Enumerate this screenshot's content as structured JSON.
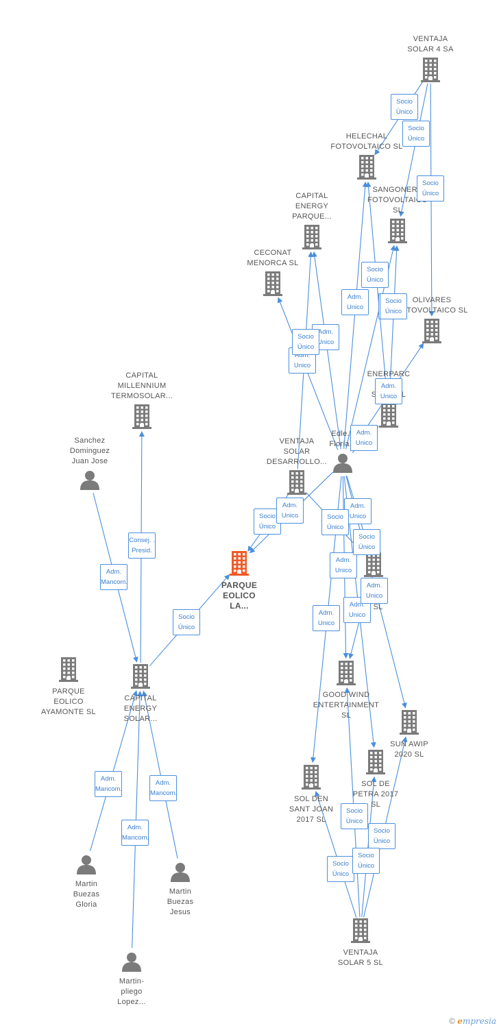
{
  "colors": {
    "edge": "#4a8fdc",
    "node": "#7b7b7b",
    "highlight": "#f05a28"
  },
  "nodes": [
    {
      "id": "ventaja4",
      "type": "company",
      "label": "VENTAJA\nSOLAR 4 SA"
    },
    {
      "id": "helechal",
      "type": "company",
      "label": "HELECHAL\nFOTOVOLTAICO SL"
    },
    {
      "id": "sangonera",
      "type": "company",
      "label": "SANGONERA\nFOTOVOLTAICO\nSL"
    },
    {
      "id": "capitalenergyparque",
      "type": "company",
      "label": "CAPITAL\nENERGY\nPARQUE..."
    },
    {
      "id": "ceconat",
      "type": "company",
      "label": "CECONAT\nMENORCA SL"
    },
    {
      "id": "olivares",
      "type": "company",
      "label": "OLIVARES\nFOTOVOLTAICO SL"
    },
    {
      "id": "enerparc",
      "type": "company",
      "label": "ENERPARC\nE...\nSOL... SL"
    },
    {
      "id": "capitalmillennium",
      "type": "company",
      "label": "CAPITAL\nMILLENNIUM\nTERMOSOLAR..."
    },
    {
      "id": "sanchez",
      "type": "person",
      "label": "Sanchez\nDominguez\nJuan Jose"
    },
    {
      "id": "edler",
      "type": "person",
      "label": "Edle...\nFloria..."
    },
    {
      "id": "ventajadesarrollo",
      "type": "company",
      "label": "VENTAJA\nSOLAR\nDESARROLLO..."
    },
    {
      "id": "parqueeolicola",
      "type": "company",
      "highlight": true,
      "label": "PARQUE\nEOLICO\nLA..."
    },
    {
      "id": "pmid",
      "type": "company",
      "label": "P...\nS...\n... SL"
    },
    {
      "id": "parqueayamonte",
      "type": "company",
      "label": "PARQUE\nEOLICO\nAYAMONTE  SL"
    },
    {
      "id": "capitalenergysolar",
      "type": "company",
      "label": "CAPITAL\nENERGY\nSOLAR..."
    },
    {
      "id": "goodwind",
      "type": "company",
      "label": "GOOD WIND\nENTERTAINMENT\nSL"
    },
    {
      "id": "sunawip",
      "type": "company",
      "label": "SUN AWIP\n2020  SL"
    },
    {
      "id": "soldepetra",
      "type": "company",
      "label": "SOL DE\nPETRA 2017\nSL"
    },
    {
      "id": "soldensant",
      "type": "company",
      "label": "SOL DEN\nSANT JOAN\n2017  SL"
    },
    {
      "id": "martingloria",
      "type": "person",
      "label": "Martin\nBuezas\nGloria"
    },
    {
      "id": "martinjesus",
      "type": "person",
      "label": "Martin\nBuezas\nJesus"
    },
    {
      "id": "martinpliego",
      "type": "person",
      "label": "Martin-\npliego\nLopez..."
    },
    {
      "id": "ventaja5",
      "type": "company",
      "label": "VENTAJA\nSOLAR 5  SL"
    }
  ],
  "edges": [
    {
      "from": "ventaja4",
      "to": "helechal",
      "label": "Socio\nÚnico"
    },
    {
      "from": "ventaja4",
      "to": "sangonera",
      "label": "Socio\nÚnico"
    },
    {
      "from": "ventaja4",
      "to": "olivares",
      "label": "Socio\nÚnico"
    },
    {
      "from": "edler",
      "to": "helechal",
      "label": "Adm.\nUnico"
    },
    {
      "from": "edler",
      "to": "capitalenergyparque",
      "label": "Adm.\nUnico"
    },
    {
      "from": "edler",
      "to": "ceconat",
      "label": "Adm.\nUnico"
    },
    {
      "from": "edler",
      "to": "sangonera",
      "label": "Adm.\nUnico"
    },
    {
      "from": "edler",
      "to": "enerparc",
      "label": "Adm.\nUnico"
    },
    {
      "from": "edler",
      "to": "olivares",
      "label": "Adm.\nUnico"
    },
    {
      "from": "enerparc",
      "to": "helechal",
      "label": "Socio\nÚnico"
    },
    {
      "from": "enerparc",
      "to": "sangonera",
      "label": "Socio\nÚnico"
    },
    {
      "from": "ventajadesarrollo",
      "to": "capitalenergyparque",
      "label": "Socio\nÚnico"
    },
    {
      "from": "ventajadesarrollo",
      "to": "parqueeolicola",
      "label": "Socio\nÚnico"
    },
    {
      "from": "edler",
      "to": "parqueeolicola",
      "label": "Adm.\nUnico"
    },
    {
      "from": "sanchez",
      "to": "capitalenergysolar",
      "label": "Adm.\nMancom."
    },
    {
      "from": "capitalenergysolar",
      "to": "capitalmillennium",
      "label": "Consej. .\nPresid."
    },
    {
      "from": "capitalenergysolar",
      "to": "parqueeolicola",
      "label": "Socio\nÚnico"
    },
    {
      "from": "martingloria",
      "to": "capitalenergysolar",
      "label": "Adm.\nMancom."
    },
    {
      "from": "martinpliego",
      "to": "capitalenergysolar",
      "label": "Adm.\nMancom."
    },
    {
      "from": "martinjesus",
      "to": "capitalenergysolar",
      "label": "Adm.\nMancom."
    },
    {
      "from": "edler",
      "to": "pmid",
      "label": "Adm.\nUnico"
    },
    {
      "from": "edler",
      "to": "goodwind",
      "label": "Adm.\nUnico"
    },
    {
      "from": "edler",
      "to": "soldensant",
      "label": "Adm.\nUnico"
    },
    {
      "from": "edler",
      "to": "sunawip",
      "label": "Adm.\nUnico"
    },
    {
      "from": "edler",
      "to": "soldepetra",
      "label": "Adm.\nUnico"
    },
    {
      "from": "ventajadesarrollo",
      "to": "pmid",
      "label": "Socio\nÚnico"
    },
    {
      "from": "pmid",
      "to": "goodwind",
      "label": "Socio\nÚnico"
    },
    {
      "from": "ventaja5",
      "to": "goodwind",
      "label": "Socio\nÚnico"
    },
    {
      "from": "ventaja5",
      "to": "soldensant",
      "label": "Socio\nÚnico"
    },
    {
      "from": "ventaja5",
      "to": "soldepetra",
      "label": "Socio\nÚnico"
    },
    {
      "from": "ventaja5",
      "to": "sunawip",
      "label": "Socio\nÚnico"
    }
  ],
  "footer": {
    "copyright": "©",
    "brand_first": "e",
    "brand_rest": "mpresia"
  }
}
